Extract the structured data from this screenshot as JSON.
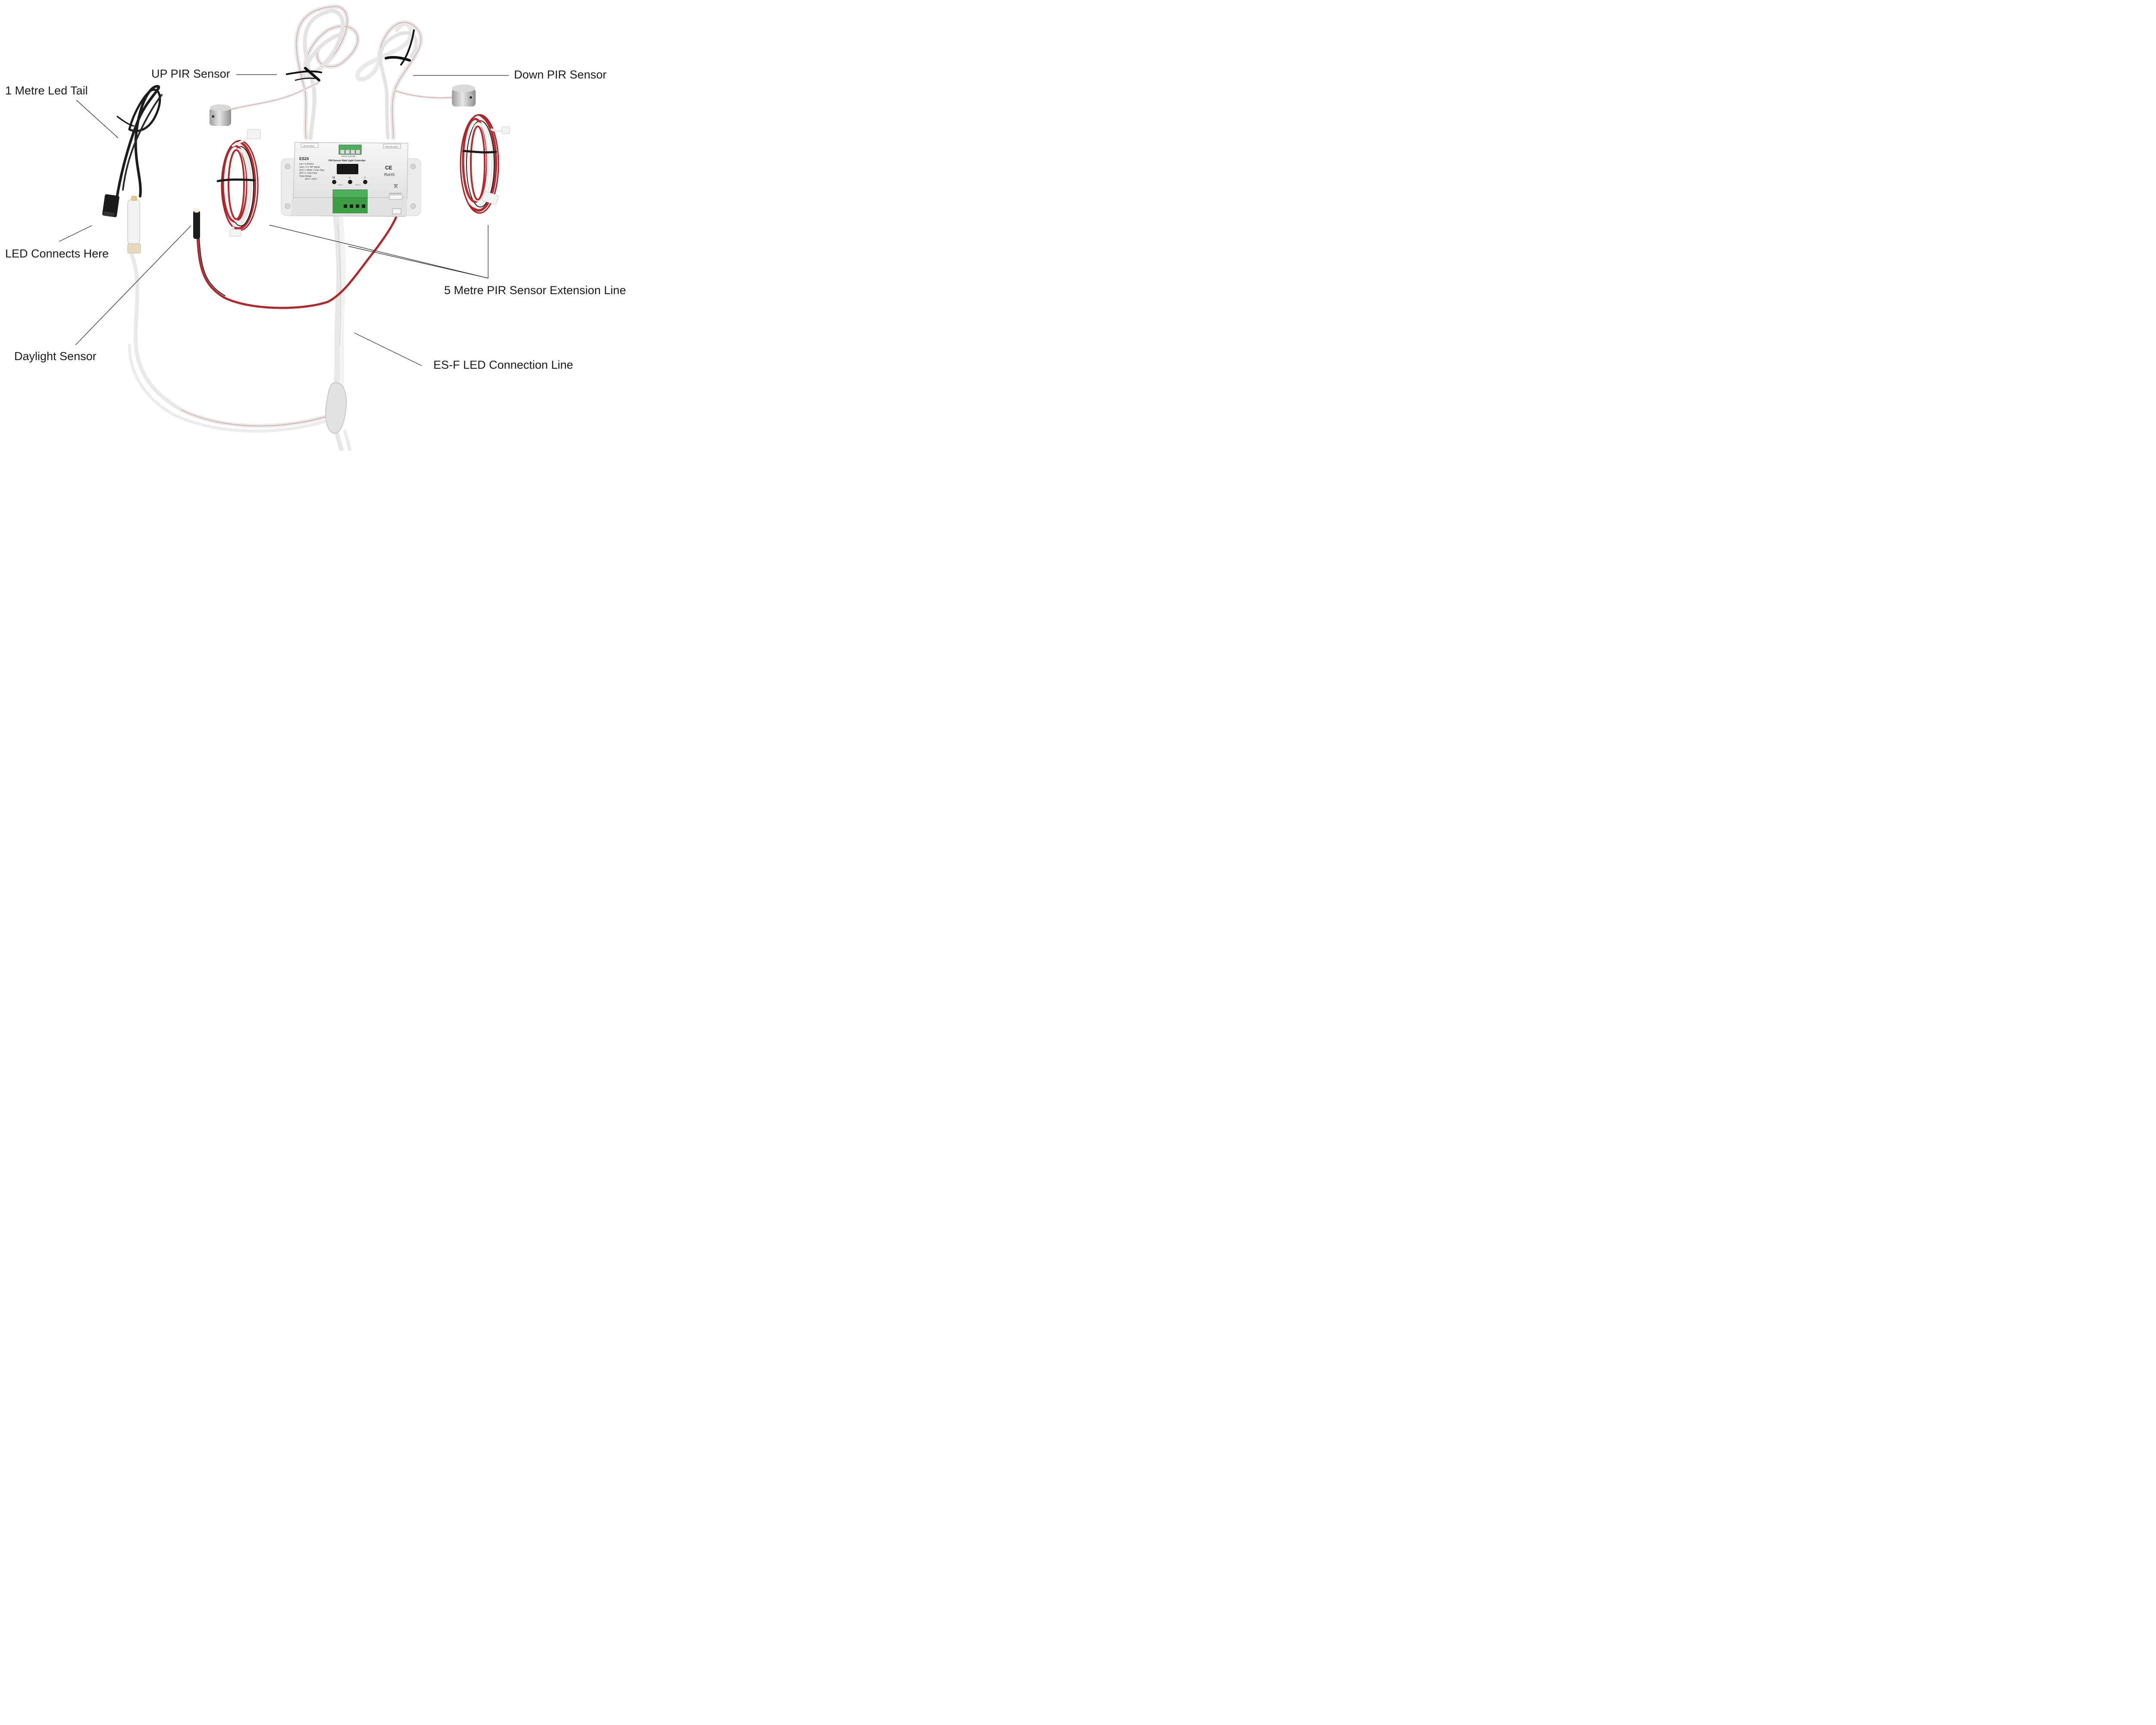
{
  "labels": {
    "up_pir_sensor": "UP PIR Sensor",
    "down_pir_sensor": "Down PIR Sensor",
    "led_tail": "1 Metre Led Tail",
    "led_connects_here": "LED Connects Here",
    "daylight_sensor": "Daylight Sensor",
    "extension_line": "5 Metre PIR Sensor Extension Line",
    "connection_line": "ES-F LED Connection Line"
  },
  "controller": {
    "model": "ES24",
    "title": "PIR Sensor Stair Light Controller",
    "spec_lines": [
      "Uin    = 5-24VDC",
      "Uout  = 2 x SPI Signal",
      "OUT 1: White / Color Step",
      "OUT 2: Color Flow",
      "Temp Range",
      "-30°C~+55°C"
    ],
    "input_label": "INPUT 5-24VDC",
    "up_pir_input": "UP PIR INPUT",
    "down_pir_input": "DOW PIR INPUT",
    "daylight_input": "LIG SET INPUT",
    "ce_mark": "CE",
    "rohs": "RoHS",
    "buttons": [
      "M",
      "<",
      ">"
    ],
    "out1_label": "OUT 1",
    "out2_label": "OUT 2"
  },
  "colors": {
    "leader_line": "#1a1a1a",
    "cable_white": "#f1f1f1",
    "cable_red": "#b8282d",
    "cable_black": "#1c1c1c",
    "housing": "#efefef",
    "terminal_green": "#3d9e46",
    "sensor_silver": "#c9c9c9"
  }
}
